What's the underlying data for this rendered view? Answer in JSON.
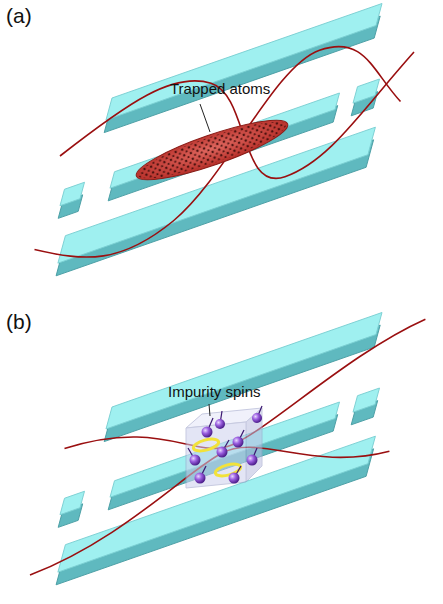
{
  "diagram": {
    "labels": [
      "(a)",
      "Trapped atoms",
      "(b)",
      "Impurity spins"
    ]
  }
}
